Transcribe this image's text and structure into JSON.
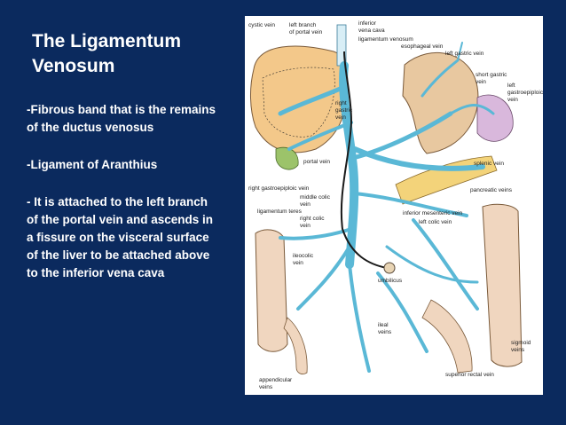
{
  "slide": {
    "title": "The Ligamentum\nVenosum",
    "bullets": [
      "-Fibrous band that is the remains of the ductus venosus",
      "-Ligament of Aranthius",
      "- It is attached to the left branch of the portal vein and ascends in a fissure on the visceral surface of the liver to be attached above to the inferior vena cava"
    ]
  },
  "figure": {
    "labels": {
      "cystic_vein": "cystic vein",
      "left_branch_portal_1": "left branch",
      "left_branch_portal_2": "of portal vein",
      "ivc_1": "inferior",
      "ivc_2": "vena cava",
      "lig_venosum": "ligamentum venosum",
      "esophageal": "esophageal vein",
      "left_gastric": "left gastric vein",
      "short_gastric_1": "short gastric",
      "short_gastric_2": "vein",
      "left_gastroepiploic_1": "left",
      "left_gastroepiploic_2": "gastroepiploic",
      "left_gastroepiploic_3": "vein",
      "right_gastric_1": "right",
      "right_gastric_2": "gastric",
      "right_gastric_3": "vein",
      "portal_vein": "portal vein",
      "splenic_vein": "splenic vein",
      "right_gastroepiploic": "right gastroepiploic vein",
      "middle_colic_1": "middle colic",
      "middle_colic_2": "vein",
      "pancreatic": "pancreatic veins",
      "lig_teres": "ligamentum teres",
      "right_colic_1": "right colic",
      "right_colic_2": "vein",
      "inferior_mesenteric": "inferior mesenteric vein",
      "left_colic": "left colic vein",
      "ileocolic_1": "ileocolic",
      "ileocolic_2": "vein",
      "umbilicus": "umbilicus",
      "ileal_1": "ileal",
      "ileal_2": "veins",
      "sigmoid_1": "sigmoid",
      "sigmoid_2": "veins",
      "appendicular_1": "appendicular",
      "appendicular_2": "veins",
      "superior_rectal": "superior rectal vein"
    }
  }
}
